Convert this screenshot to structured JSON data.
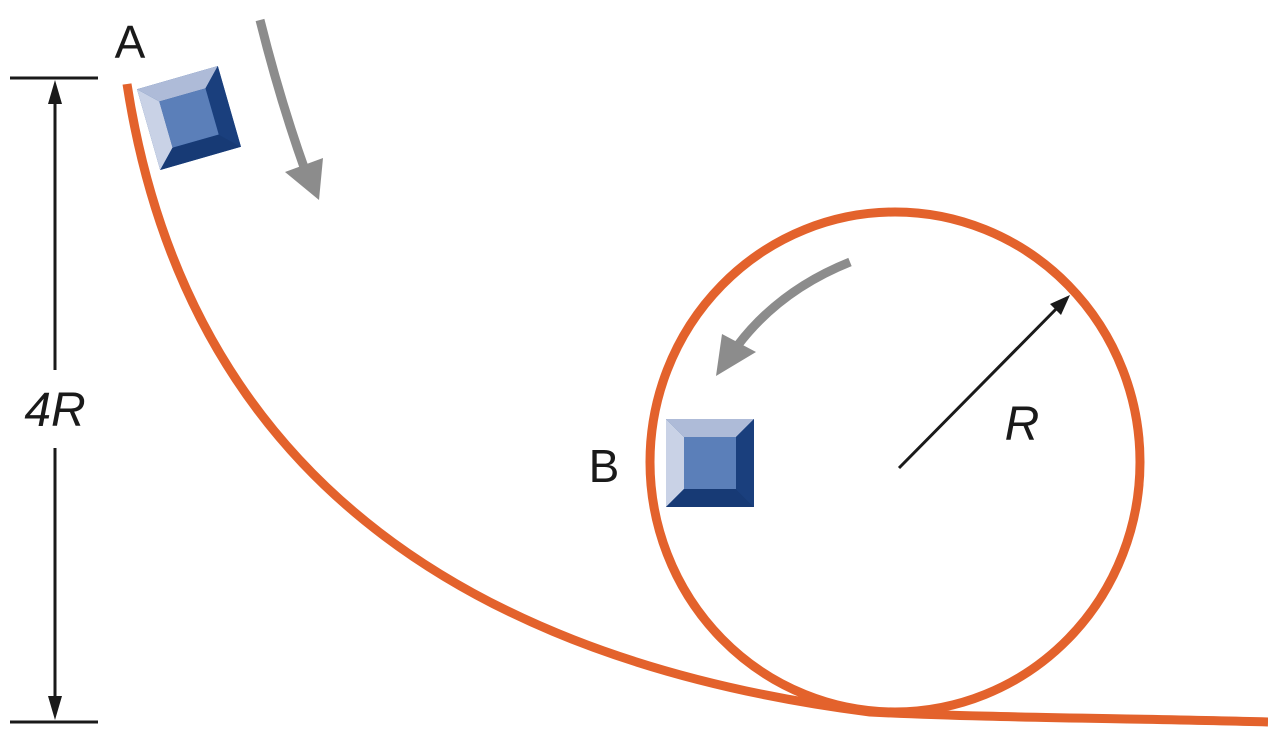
{
  "labels": {
    "point_a": "A",
    "point_b": "B",
    "height": "4R",
    "radius": "R"
  },
  "colors": {
    "track": "#e3622c",
    "motion_arrow": "#8c8c8c",
    "block_dark": "#1f4d94",
    "block_light": "#aebbd8",
    "block_face": "#5b7fb9",
    "dimension_line": "#1a1a1a"
  },
  "icons": {
    "block": "sliding-block-icon",
    "motion": "curved-arrow-icon"
  }
}
